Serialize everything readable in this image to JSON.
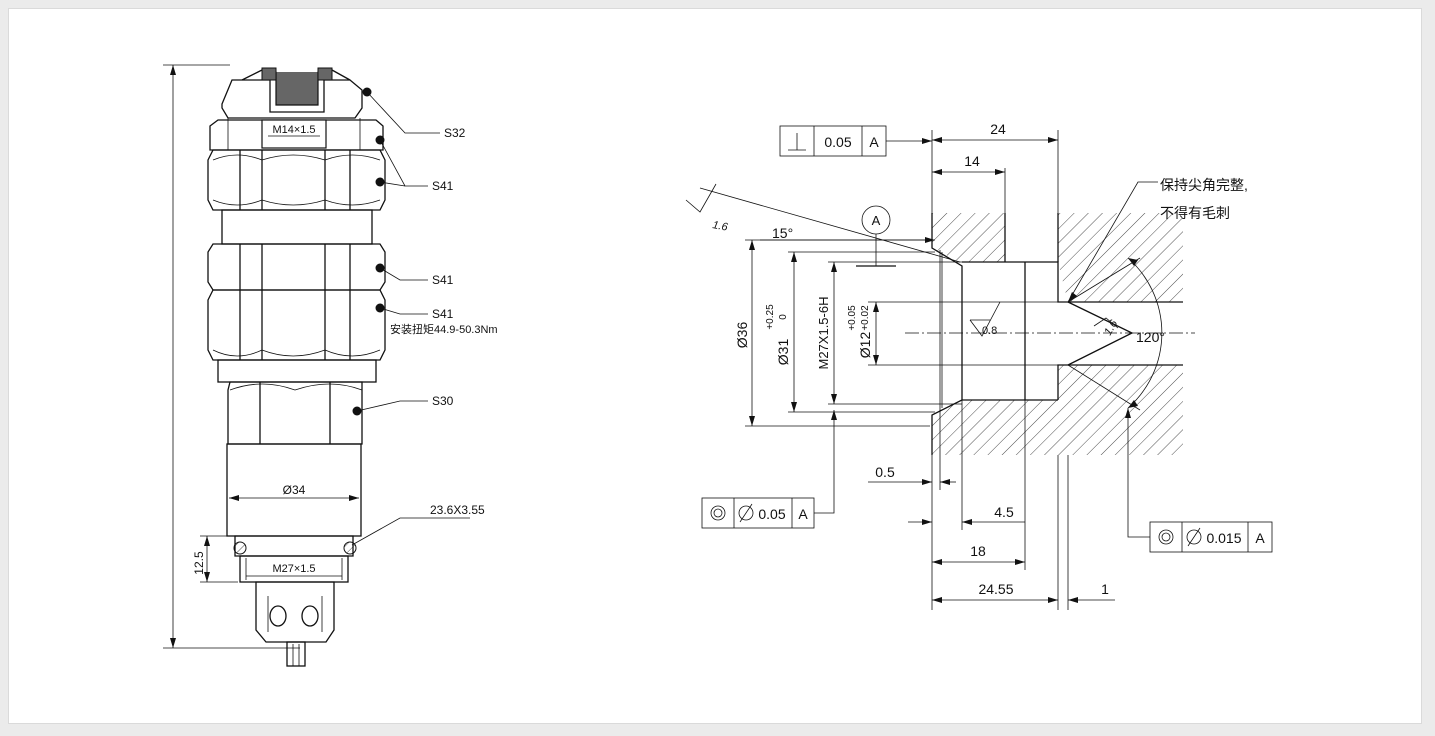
{
  "valve": {
    "labels": {
      "s32": "S32",
      "s41a": "S41",
      "s41b": "S41",
      "s41c": "S41",
      "torque": "安装扭矩44.9-50.3Nm",
      "s30": "S30",
      "oring": "23.6X3.55",
      "dia34": "Ø34",
      "dim125": "12.5",
      "thread_top": "M14×1.5",
      "thread_bottom": "M27×1.5"
    }
  },
  "cavity": {
    "dims": {
      "d24": "24",
      "d14": "14",
      "d05": "0.5",
      "d45": "4.5",
      "d18": "18",
      "d2455": "24.55",
      "d1": "1",
      "ang15": "15°",
      "ang120": "120°",
      "dia36": "Ø36",
      "dia31": "Ø31",
      "tol31_up": "+0.25",
      "tol31_lo": "0",
      "thread": "M27X1.5-6H",
      "dia12": "Ø12",
      "tol12_up": "+0.05",
      "tol12_lo": "+0.02"
    },
    "roughness": {
      "r1": "1.6",
      "r2": "0.8",
      "r3": "1.6"
    },
    "datum": "A",
    "note": {
      "line1": "保持尖角完整,",
      "line2": "不得有毛刺"
    },
    "gdt": {
      "perp": {
        "value": "0.05",
        "datum": "A"
      },
      "conc1": {
        "value": "0.05",
        "datum": "A"
      },
      "conc2": {
        "value": "0.015",
        "datum": "A"
      }
    }
  }
}
